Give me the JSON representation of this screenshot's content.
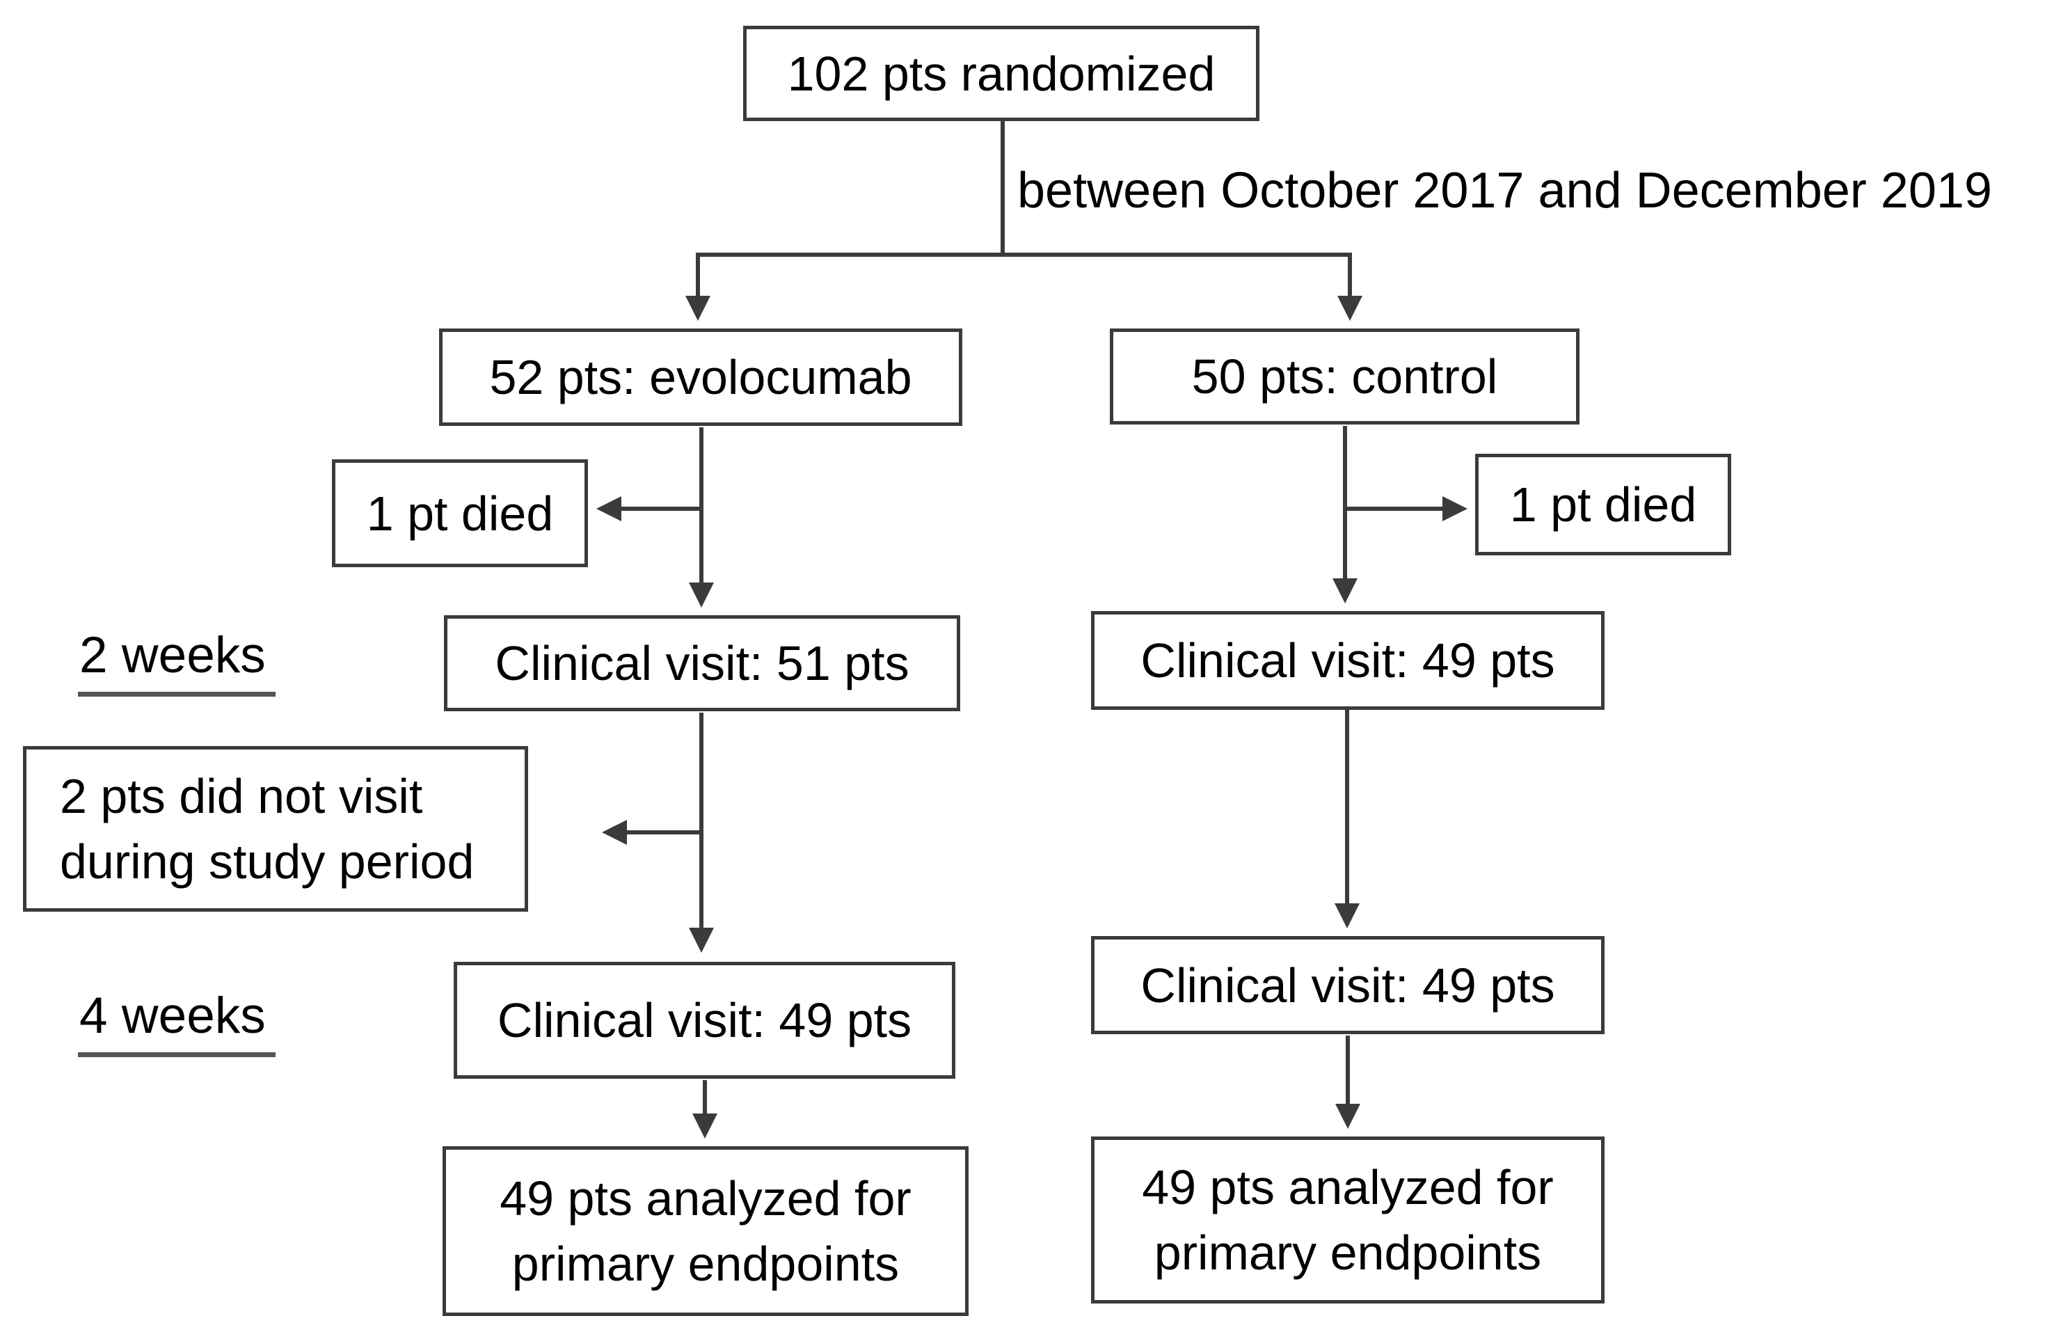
{
  "diagram": {
    "type": "consort-flowchart",
    "annotations": {
      "date_range": "between October 2017 and December 2019",
      "week2_label": "2 weeks",
      "week4_label": "4 weeks"
    },
    "nodes": {
      "randomized": {
        "label": "102 pts randomized"
      },
      "evolocumab_arm": {
        "label": "52 pts: evolocumab"
      },
      "control_arm": {
        "label": "50 pts: control"
      },
      "evolocumab_died": {
        "label": "1 pt died"
      },
      "control_died": {
        "label": "1 pt died"
      },
      "evolocumab_visit_2w": {
        "label": "Clinical visit: 51 pts"
      },
      "control_visit_2w": {
        "label": "Clinical visit: 49 pts"
      },
      "evolocumab_no_visit": {
        "lines": [
          "2 pts did not visit",
          "during study period"
        ]
      },
      "evolocumab_visit_4w": {
        "label": "Clinical visit: 49 pts"
      },
      "control_visit_4w": {
        "label": "Clinical visit: 49 pts"
      },
      "evolocumab_analyzed": {
        "lines": [
          "49 pts analyzed for",
          "primary endpoints"
        ]
      },
      "control_analyzed": {
        "lines": [
          "49 pts analyzed for",
          "primary endpoints"
        ]
      }
    },
    "colors": {
      "line": "#3b3b3b",
      "underline": "#555555",
      "text": "#000000",
      "background": "#ffffff"
    }
  }
}
